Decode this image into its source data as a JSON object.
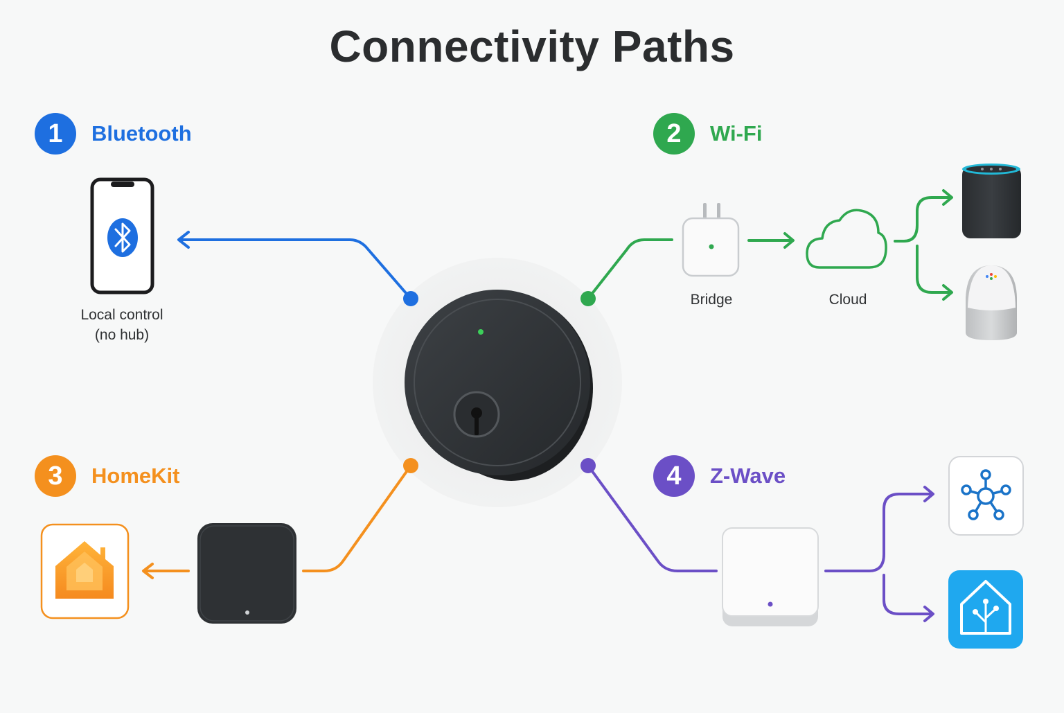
{
  "title": "Connectivity Paths",
  "colors": {
    "bluetooth": "#1e6fe0",
    "wifi": "#2fa84f",
    "homekit": "#f4901e",
    "zwave": "#6b4fc6",
    "lock_body": "#2e3134",
    "background": "#f7f8f8"
  },
  "sections": [
    {
      "number": "1",
      "label": "Bluetooth",
      "color": "#1e6fe0"
    },
    {
      "number": "2",
      "label": "Wi-Fi",
      "color": "#2fa84f"
    },
    {
      "number": "3",
      "label": "HomeKit",
      "color": "#f4901e"
    },
    {
      "number": "4",
      "label": "Z-Wave",
      "color": "#6b4fc6"
    }
  ],
  "bluetooth": {
    "caption_line1": "Local control",
    "caption_line2": "(no hub)",
    "icon": "bluetooth-icon"
  },
  "wifi": {
    "bridge_label": "Bridge",
    "cloud_label": "Cloud",
    "icons": [
      "plug-bridge-icon",
      "cloud-icon",
      "smart-speaker-icon",
      "google-home-speaker-icon"
    ]
  },
  "homekit": {
    "icons": [
      "homekit-home-icon",
      "hub-device-icon"
    ]
  },
  "zwave": {
    "icons": [
      "zwave-hub-icon",
      "smartthings-icon",
      "home-assistant-icon"
    ]
  }
}
